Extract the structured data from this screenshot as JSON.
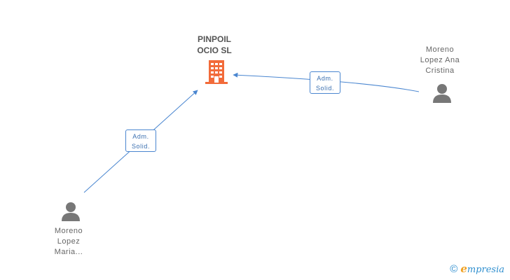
{
  "company": {
    "name_line1": "PINPOIL",
    "name_line2": "OCIO SL",
    "icon": "building-icon",
    "color": "#f26b3a"
  },
  "people": [
    {
      "id": "person-right",
      "label_lines": [
        "Moreno",
        "Lopez Ana",
        "Cristina"
      ],
      "icon": "person-icon"
    },
    {
      "id": "person-left",
      "label_lines": [
        "Moreno",
        "Lopez",
        "Maria..."
      ],
      "icon": "person-icon"
    }
  ],
  "relations": [
    {
      "from": "person-right",
      "to": "company",
      "label_line1": "Adm.",
      "label_line2": "Solid."
    },
    {
      "from": "person-left",
      "to": "company",
      "label_line1": "Adm.",
      "label_line2": "Solid."
    }
  ],
  "colors": {
    "edge": "#4a86d0",
    "person_icon": "#777777",
    "label_text": "#666666",
    "brand": "#2f8fcf",
    "brand_accent": "#f0a020"
  },
  "footer": {
    "copyright_symbol": "©",
    "brand_first_letter": "e",
    "brand_rest": "mpresia"
  }
}
